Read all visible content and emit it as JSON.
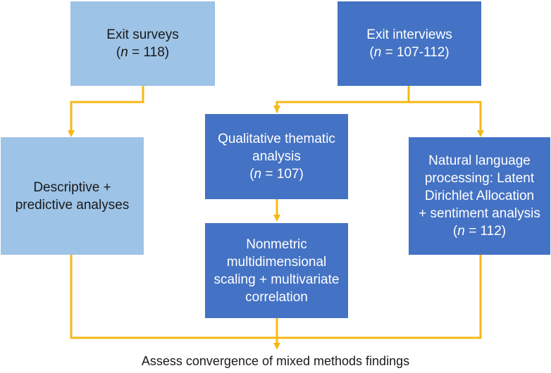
{
  "colors": {
    "light_box": "#9dc3e6",
    "dark_box": "#4472c4",
    "connector": "#f5b814"
  },
  "boxes": {
    "exit_surveys": {
      "title": "Exit surveys",
      "n_value": "118"
    },
    "exit_interviews": {
      "title": "Exit interviews",
      "n_value": "107-112"
    },
    "descriptive": {
      "lines": [
        "Descriptive +",
        "predictive analyses"
      ]
    },
    "qualitative": {
      "lines": [
        "Qualitative thematic",
        "analysis"
      ],
      "n_value": "107"
    },
    "nlp": {
      "lines": [
        "Natural language",
        "processing: Latent",
        "Dirichlet Allocation",
        "+ sentiment analysis"
      ],
      "n_value": "112"
    },
    "nmds": {
      "lines": [
        "Nonmetric",
        "multidimensional",
        "scaling + multivariate",
        "correlation"
      ]
    }
  },
  "n_label": {
    "n": "n",
    "eq": " = "
  },
  "caption": "Assess convergence of mixed methods findings"
}
